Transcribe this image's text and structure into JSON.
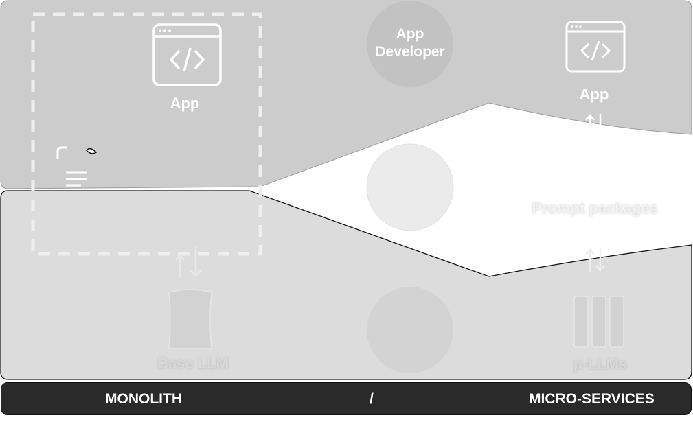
{
  "labels": {
    "app_left": "App",
    "app_right": "App",
    "app_developer": "App\nDeveloper",
    "prompt_packages": "Prompt packages",
    "base_llm": "Base LLM",
    "micro_llms": "μ-LLMs"
  },
  "footer": {
    "left": "MONOLITH",
    "separator": "/",
    "right": "MICRO-SERVICES"
  },
  "colors": {
    "top_band": "#cccccc",
    "bottom_band": "#dcdcdc",
    "footer": "#2a2a2a",
    "dashed_outline": "#efefef"
  }
}
